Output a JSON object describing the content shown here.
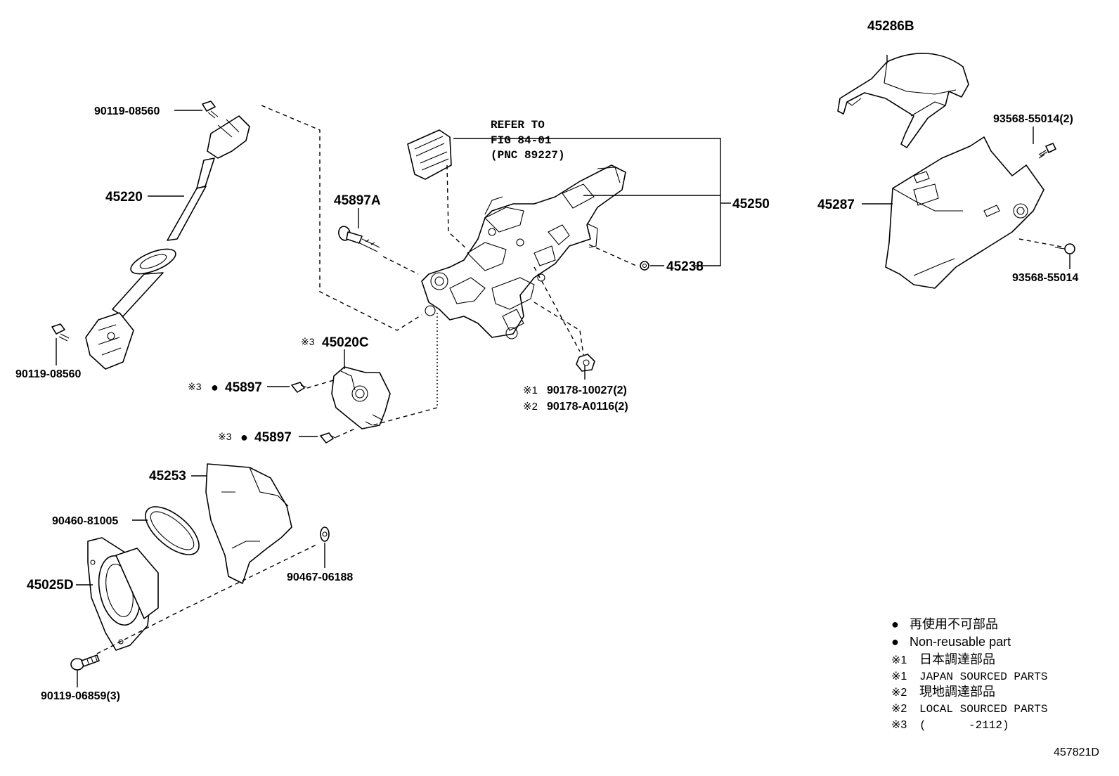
{
  "labels": {
    "p45286b": "45286B",
    "p93568_55014_2": "93568-55014(2)",
    "p45287": "45287",
    "p93568_55014": "93568-55014",
    "p90119_08560_top": "90119-08560",
    "p45220": "45220",
    "p90119_08560_bottom": "90119-08560",
    "refer1": "REFER TO",
    "refer2": "FIG 84-01",
    "refer3": "(PNC 89227)",
    "p45897a": "45897A",
    "p45250": "45250",
    "p45238": "45238",
    "p45020c": "45020C",
    "p45897_1": "45897",
    "p45897_2": "45897",
    "p90178_10027": "90178-10027(2)",
    "p90178_a0116": "90178-A0116(2)",
    "p45253": "45253",
    "p90460_81005": "90460-81005",
    "p45025d": "45025D",
    "p90467_06188": "90467-06188",
    "p90119_06859": "90119-06859(3)"
  },
  "marks": {
    "ref1": "※1",
    "ref2": "※2",
    "ref3": "※3",
    "bullet": "●"
  },
  "legend": {
    "l1": "再使用不可部品",
    "l2": "Non-reusable part",
    "l3": "日本調達部品",
    "l4": "JAPAN SOURCED PARTS",
    "l5": "現地調達部品",
    "l6": "LOCAL SOURCED PARTS",
    "l7a": "(",
    "l7b": "-2112)"
  },
  "figure_id": "457821D"
}
